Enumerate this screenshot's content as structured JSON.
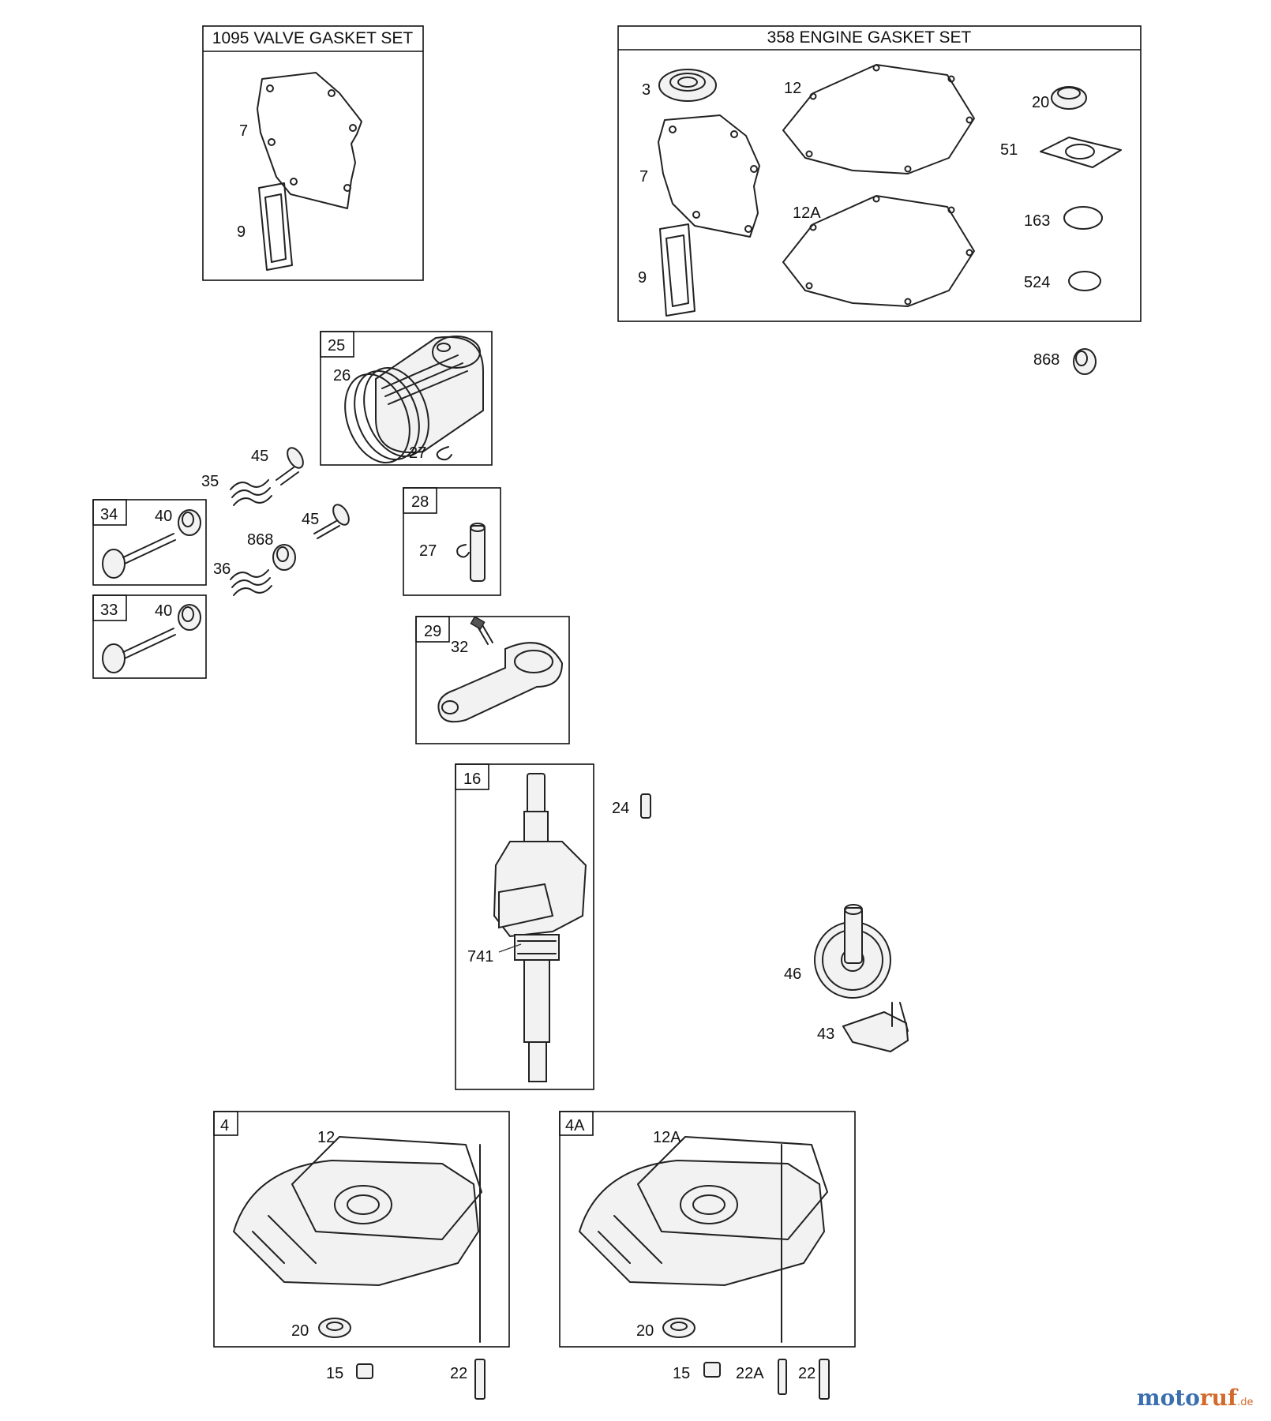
{
  "kits": {
    "valve_gasket_set": "1095 VALVE GASKET SET",
    "engine_gasket_set": "358 ENGINE GASKET SET"
  },
  "labels": {
    "vg_7": "7",
    "vg_9": "9",
    "eg_3": "3",
    "eg_7": "7",
    "eg_9": "9",
    "eg_12": "12",
    "eg_12a": "12A",
    "eg_20": "20",
    "eg_51": "51",
    "eg_163": "163",
    "eg_524": "524",
    "p868_top": "868",
    "box25": "25",
    "p26": "26",
    "p27a": "27",
    "p45a": "45",
    "p35": "35",
    "box34": "34",
    "p40a": "40",
    "p868b": "868",
    "p45b": "45",
    "p36": "36",
    "box33": "33",
    "p40b": "40",
    "box28": "28",
    "p27b": "27",
    "box29": "29",
    "p32": "32",
    "box16": "16",
    "p741": "741",
    "p24": "24",
    "p46": "46",
    "p43": "43",
    "box4": "4",
    "p12_4": "12",
    "p20_4": "20",
    "p15a": "15",
    "p22a": "22",
    "box4a": "4A",
    "p12a_4a": "12A",
    "p20_4a": "20",
    "p15b": "15",
    "p22a_b": "22A",
    "p22b": "22"
  },
  "watermark": {
    "part1": "moto",
    "part2": "ruf",
    "tld": ".de"
  }
}
